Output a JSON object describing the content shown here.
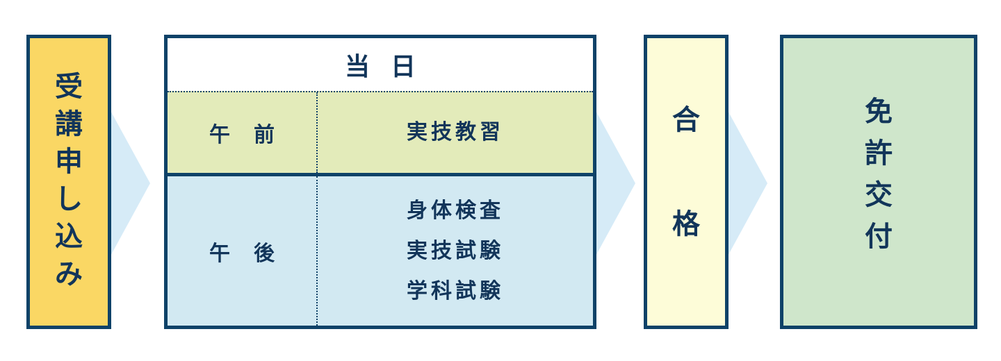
{
  "steps": {
    "apply": {
      "chars": [
        "受",
        "講",
        "申",
        "し",
        "込",
        "み"
      ]
    },
    "day": {
      "title": "当日",
      "morning": {
        "label": "午前",
        "items": [
          "実技教習"
        ]
      },
      "afternoon": {
        "label": "午後",
        "items": [
          "身体検査",
          "実技試験",
          "学科試験"
        ]
      }
    },
    "pass": {
      "chars": [
        "合",
        "格"
      ]
    },
    "license": {
      "chars": [
        "免",
        "許",
        "交",
        "付"
      ]
    }
  },
  "colors": {
    "border": "#0e4268",
    "text": "#12355a",
    "apply_bg": "#fad764",
    "morning_bg": "#e3ebba",
    "afternoon_bg": "#d2e9f2",
    "pass_bg": "#fdfcd8",
    "license_bg": "#cfe6cb",
    "arrow": "#d6ebf7"
  }
}
